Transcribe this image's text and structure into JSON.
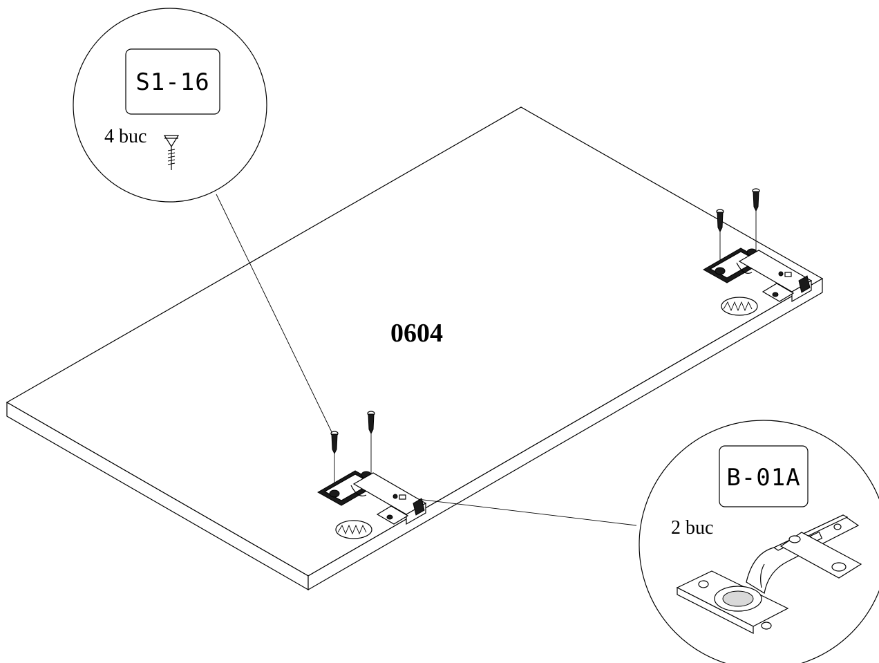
{
  "panel": {
    "part_number": "0604"
  },
  "callouts": [
    {
      "id": "screw",
      "code": "S1-16",
      "quantity": "4 buc",
      "icon": "screw-icon"
    },
    {
      "id": "hinge",
      "code": "B-01A",
      "quantity": "2 buc",
      "icon": "hinge-icon"
    }
  ]
}
